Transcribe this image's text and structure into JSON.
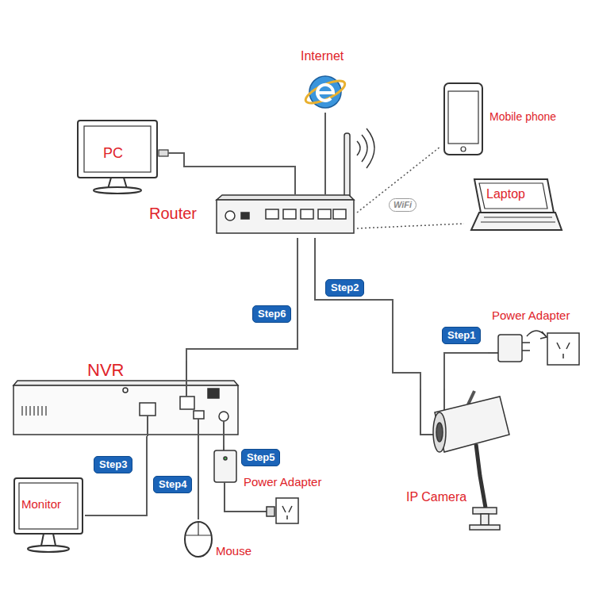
{
  "diagram": {
    "nodes": [
      {
        "text": [
          "Internet"
        ]
      },
      {
        "text": [
          "PC"
        ]
      },
      {
        "text": [
          "Mobile phone"
        ]
      },
      {
        "text": [
          "Router"
        ]
      },
      {
        "text": [
          "Laptop"
        ]
      },
      {
        "text": [
          "NVR"
        ]
      },
      {
        "text": [
          "Power Adapter"
        ]
      },
      {
        "text": [
          "IP Camera"
        ]
      },
      {
        "text": [
          "Monitor"
        ]
      },
      {
        "text": [
          "Power Adapter"
        ]
      },
      {
        "text": [
          "Mouse"
        ]
      }
    ],
    "edges": [
      {
        "from": 1,
        "to": 3,
        "arrow": "none"
      },
      {
        "from": 0,
        "to": 3,
        "arrow": "none"
      },
      {
        "from": 3,
        "to": 2,
        "arrow": "none"
      },
      {
        "from": 3,
        "to": 4,
        "arrow": "none"
      },
      {
        "from": 3,
        "to": 5,
        "label": "Step6",
        "arrow": "none"
      },
      {
        "from": 3,
        "to": 7,
        "label": "Step2",
        "arrow": "none"
      },
      {
        "from": 6,
        "to": 7,
        "label": "Step1",
        "arrow": "none"
      },
      {
        "from": 5,
        "to": 8,
        "label": "Step3",
        "arrow": "none"
      },
      {
        "from": 5,
        "to": 10,
        "label": "Step4",
        "arrow": "none"
      },
      {
        "from": 5,
        "to": 9,
        "label": "Step5",
        "arrow": "none"
      }
    ],
    "labels": [
      "WiFi"
    ]
  }
}
